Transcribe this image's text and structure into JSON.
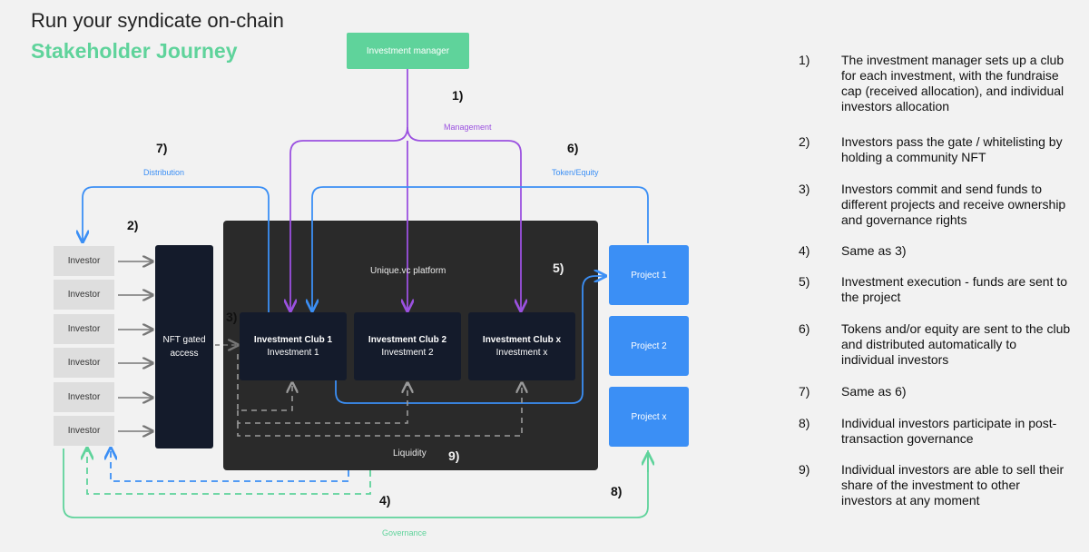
{
  "header": {
    "title": "Run your syndicate on-chain",
    "subtitle": "Stakeholder Journey"
  },
  "diagram": {
    "manager": "Investment manager",
    "investors": [
      "Investor",
      "Investor",
      "Investor",
      "Investor",
      "Investor",
      "Investor"
    ],
    "nft_gate": "NFT gated access",
    "platform": "Unique.vc platform",
    "liquidity": "Liquidity",
    "clubs": [
      {
        "name": "Investment Club 1",
        "investment": "Investment 1"
      },
      {
        "name": "Investment Club 2",
        "investment": "Investment 2"
      },
      {
        "name": "Investment Club x",
        "investment": "Investment x"
      }
    ],
    "projects": [
      "Project 1",
      "Project 2",
      "Project x"
    ],
    "flow_labels": {
      "management": "Management",
      "distribution": "Distribution",
      "token_equity": "Token/Equity",
      "governance": "Governance"
    },
    "markers": {
      "m1": "1)",
      "m2": "2)",
      "m3": "3)",
      "m4": "4)",
      "m5": "5)",
      "m6": "6)",
      "m7": "7)",
      "m8": "8)",
      "m9": "9)"
    },
    "colors": {
      "accent_green": "#5fd39b",
      "management_purple": "#9b51e0",
      "flow_blue": "#3b8ff5",
      "dark_panel": "#2a2a2a",
      "club_navy": "#141b2b"
    }
  },
  "steps": [
    {
      "num": "1)",
      "text": "The investment manager sets up a club for each investment, with the fundraise cap (received allocation), and individual investors allocation"
    },
    {
      "num": "2)",
      "text": "Investors pass the gate / whitelisting by holding a community NFT"
    },
    {
      "num": "3)",
      "text": "Investors commit and send funds to different projects and receive ownership and governance rights"
    },
    {
      "num": "4)",
      "text": "Same as 3)"
    },
    {
      "num": "5)",
      "text": "Investment execution - funds are sent to the project"
    },
    {
      "num": "6)",
      "text": "Tokens and/or equity are sent to the club and distributed automatically to individual investors"
    },
    {
      "num": "7)",
      "text": "Same as 6)"
    },
    {
      "num": "8)",
      "text": "Individual investors participate in post-transaction governance"
    },
    {
      "num": "9)",
      "text": "Individual investors are able to sell their share of the investment to other investors at any moment"
    }
  ]
}
